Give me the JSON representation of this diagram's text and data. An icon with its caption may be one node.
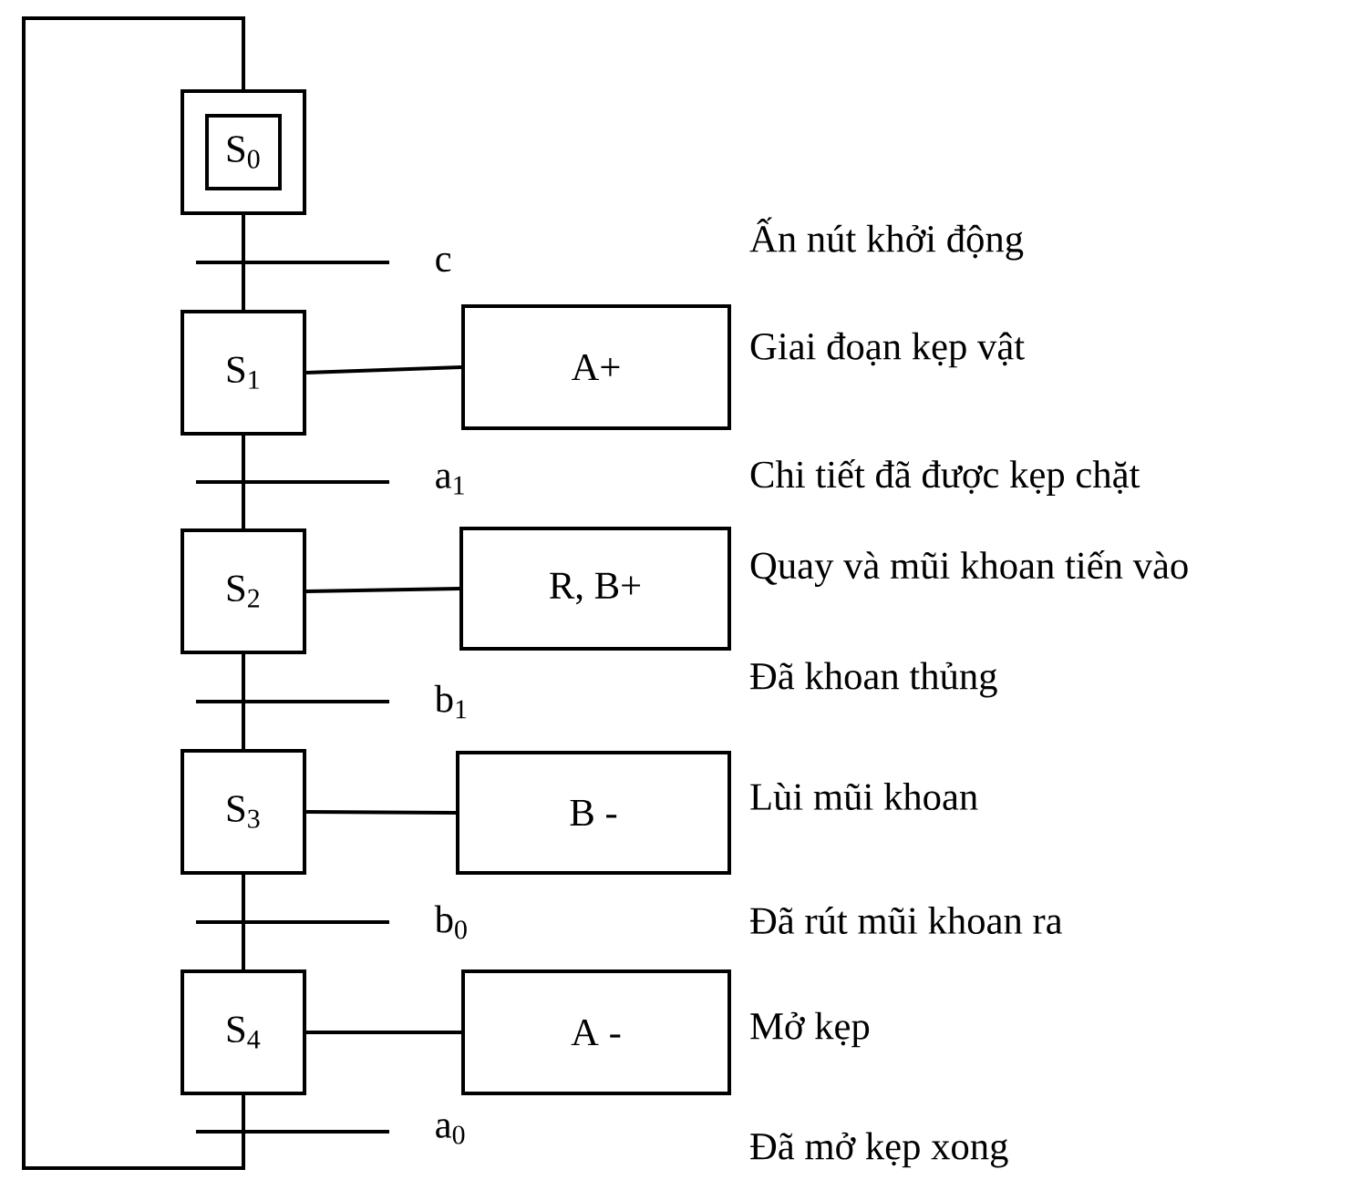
{
  "diagram": {
    "nodes": [
      {
        "text": [
          "S$_{0}$"
        ]
      },
      {
        "text": [
          "S$_{1}$"
        ]
      },
      {
        "text": [
          "A+"
        ]
      },
      {
        "text": [
          "S$_{2}$"
        ]
      },
      {
        "text": [
          "R, B+"
        ]
      },
      {
        "text": [
          "S$_{3}$"
        ]
      },
      {
        "text": [
          "B -"
        ]
      },
      {
        "text": [
          "S$_{4}$"
        ]
      },
      {
        "text": [
          "A -"
        ]
      }
    ],
    "edges": [
      {
        "from": 0,
        "to": 1,
        "arrow": "none",
        "label": "c"
      },
      {
        "from": 1,
        "to": 2,
        "arrow": "none"
      },
      {
        "from": 1,
        "to": 3,
        "arrow": "none",
        "label": "a$_{1}$"
      },
      {
        "from": 3,
        "to": 4,
        "arrow": "none"
      },
      {
        "from": 3,
        "to": 5,
        "arrow": "none",
        "label": "b$_{1}$"
      },
      {
        "from": 5,
        "to": 6,
        "arrow": "none"
      },
      {
        "from": 5,
        "to": 7,
        "arrow": "none",
        "label": "b$_{0}$"
      },
      {
        "from": 7,
        "to": 8,
        "arrow": "none"
      },
      {
        "from": 7,
        "to": 0,
        "arrow": "none",
        "label": "a$_{0}$"
      }
    ],
    "labels": [
      "Ấn nút khởi động",
      "Giai đoạn kẹp vật",
      "Chi tiết đã được kẹp chặt",
      "Quay và mũi khoan tiến vào",
      "Đã khoan thủng",
      "Lùi mũi khoan",
      "Đã rút mũi khoan ra",
      "Mở kẹp",
      "Đã mở kẹp xong"
    ]
  }
}
